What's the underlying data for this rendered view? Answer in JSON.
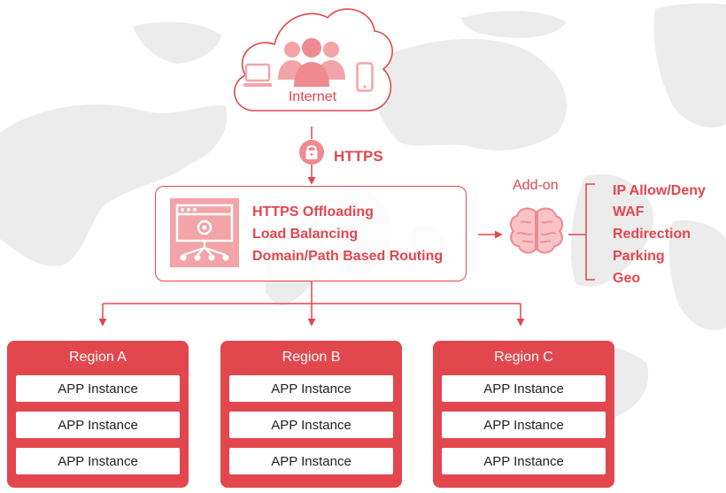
{
  "colors": {
    "accent": "#e2474e",
    "accent_light": "#f3a4a8",
    "map": "#e9e9e9"
  },
  "icons": [
    "user-group-icon",
    "laptop-icon",
    "mobile-phone-icon",
    "lock-icon",
    "load-balancer-icon",
    "brain-icon"
  ],
  "internet": {
    "label": "Internet"
  },
  "transport": {
    "label": "HTTPS"
  },
  "load_balancer": {
    "features": [
      "HTTPS Offloading",
      "Load Balancing",
      "Domain/Path Based Routing"
    ]
  },
  "addon": {
    "title": "Add-on",
    "items": [
      "IP Allow/Deny",
      "WAF",
      "Redirection",
      "Parking",
      "Geo"
    ]
  },
  "regions": [
    {
      "name": "Region A",
      "instances": [
        "APP Instance",
        "APP Instance",
        "APP Instance"
      ]
    },
    {
      "name": "Region B",
      "instances": [
        "APP Instance",
        "APP Instance",
        "APP Instance"
      ]
    },
    {
      "name": "Region C",
      "instances": [
        "APP Instance",
        "APP Instance",
        "APP Instance"
      ]
    }
  ]
}
